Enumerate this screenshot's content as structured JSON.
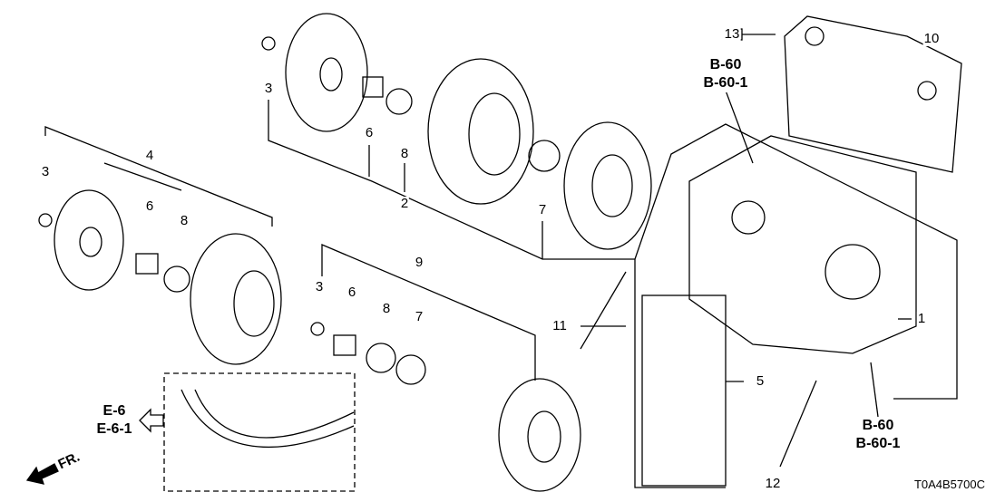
{
  "callouts": {
    "c13": "13",
    "c10": "10",
    "c3a": "3",
    "c6a": "6",
    "c8a": "8",
    "c2": "2",
    "c3b": "3",
    "c4": "4",
    "c6b": "6",
    "c8b": "8",
    "c7a": "7",
    "c9": "9",
    "c3c": "3",
    "c6c": "6",
    "c8c": "8",
    "c7b": "7",
    "c11": "11",
    "c1": "1",
    "c5": "5",
    "c12": "12"
  },
  "refs": {
    "top": {
      "line1": "B-60",
      "line2": "B-60-1"
    },
    "bottom": {
      "line1": "B-60",
      "line2": "B-60-1"
    },
    "left": {
      "line1": "E-6",
      "line2": "E-6-1"
    }
  },
  "direction_label": "FR.",
  "diagram_code": "T0A4B5700C"
}
